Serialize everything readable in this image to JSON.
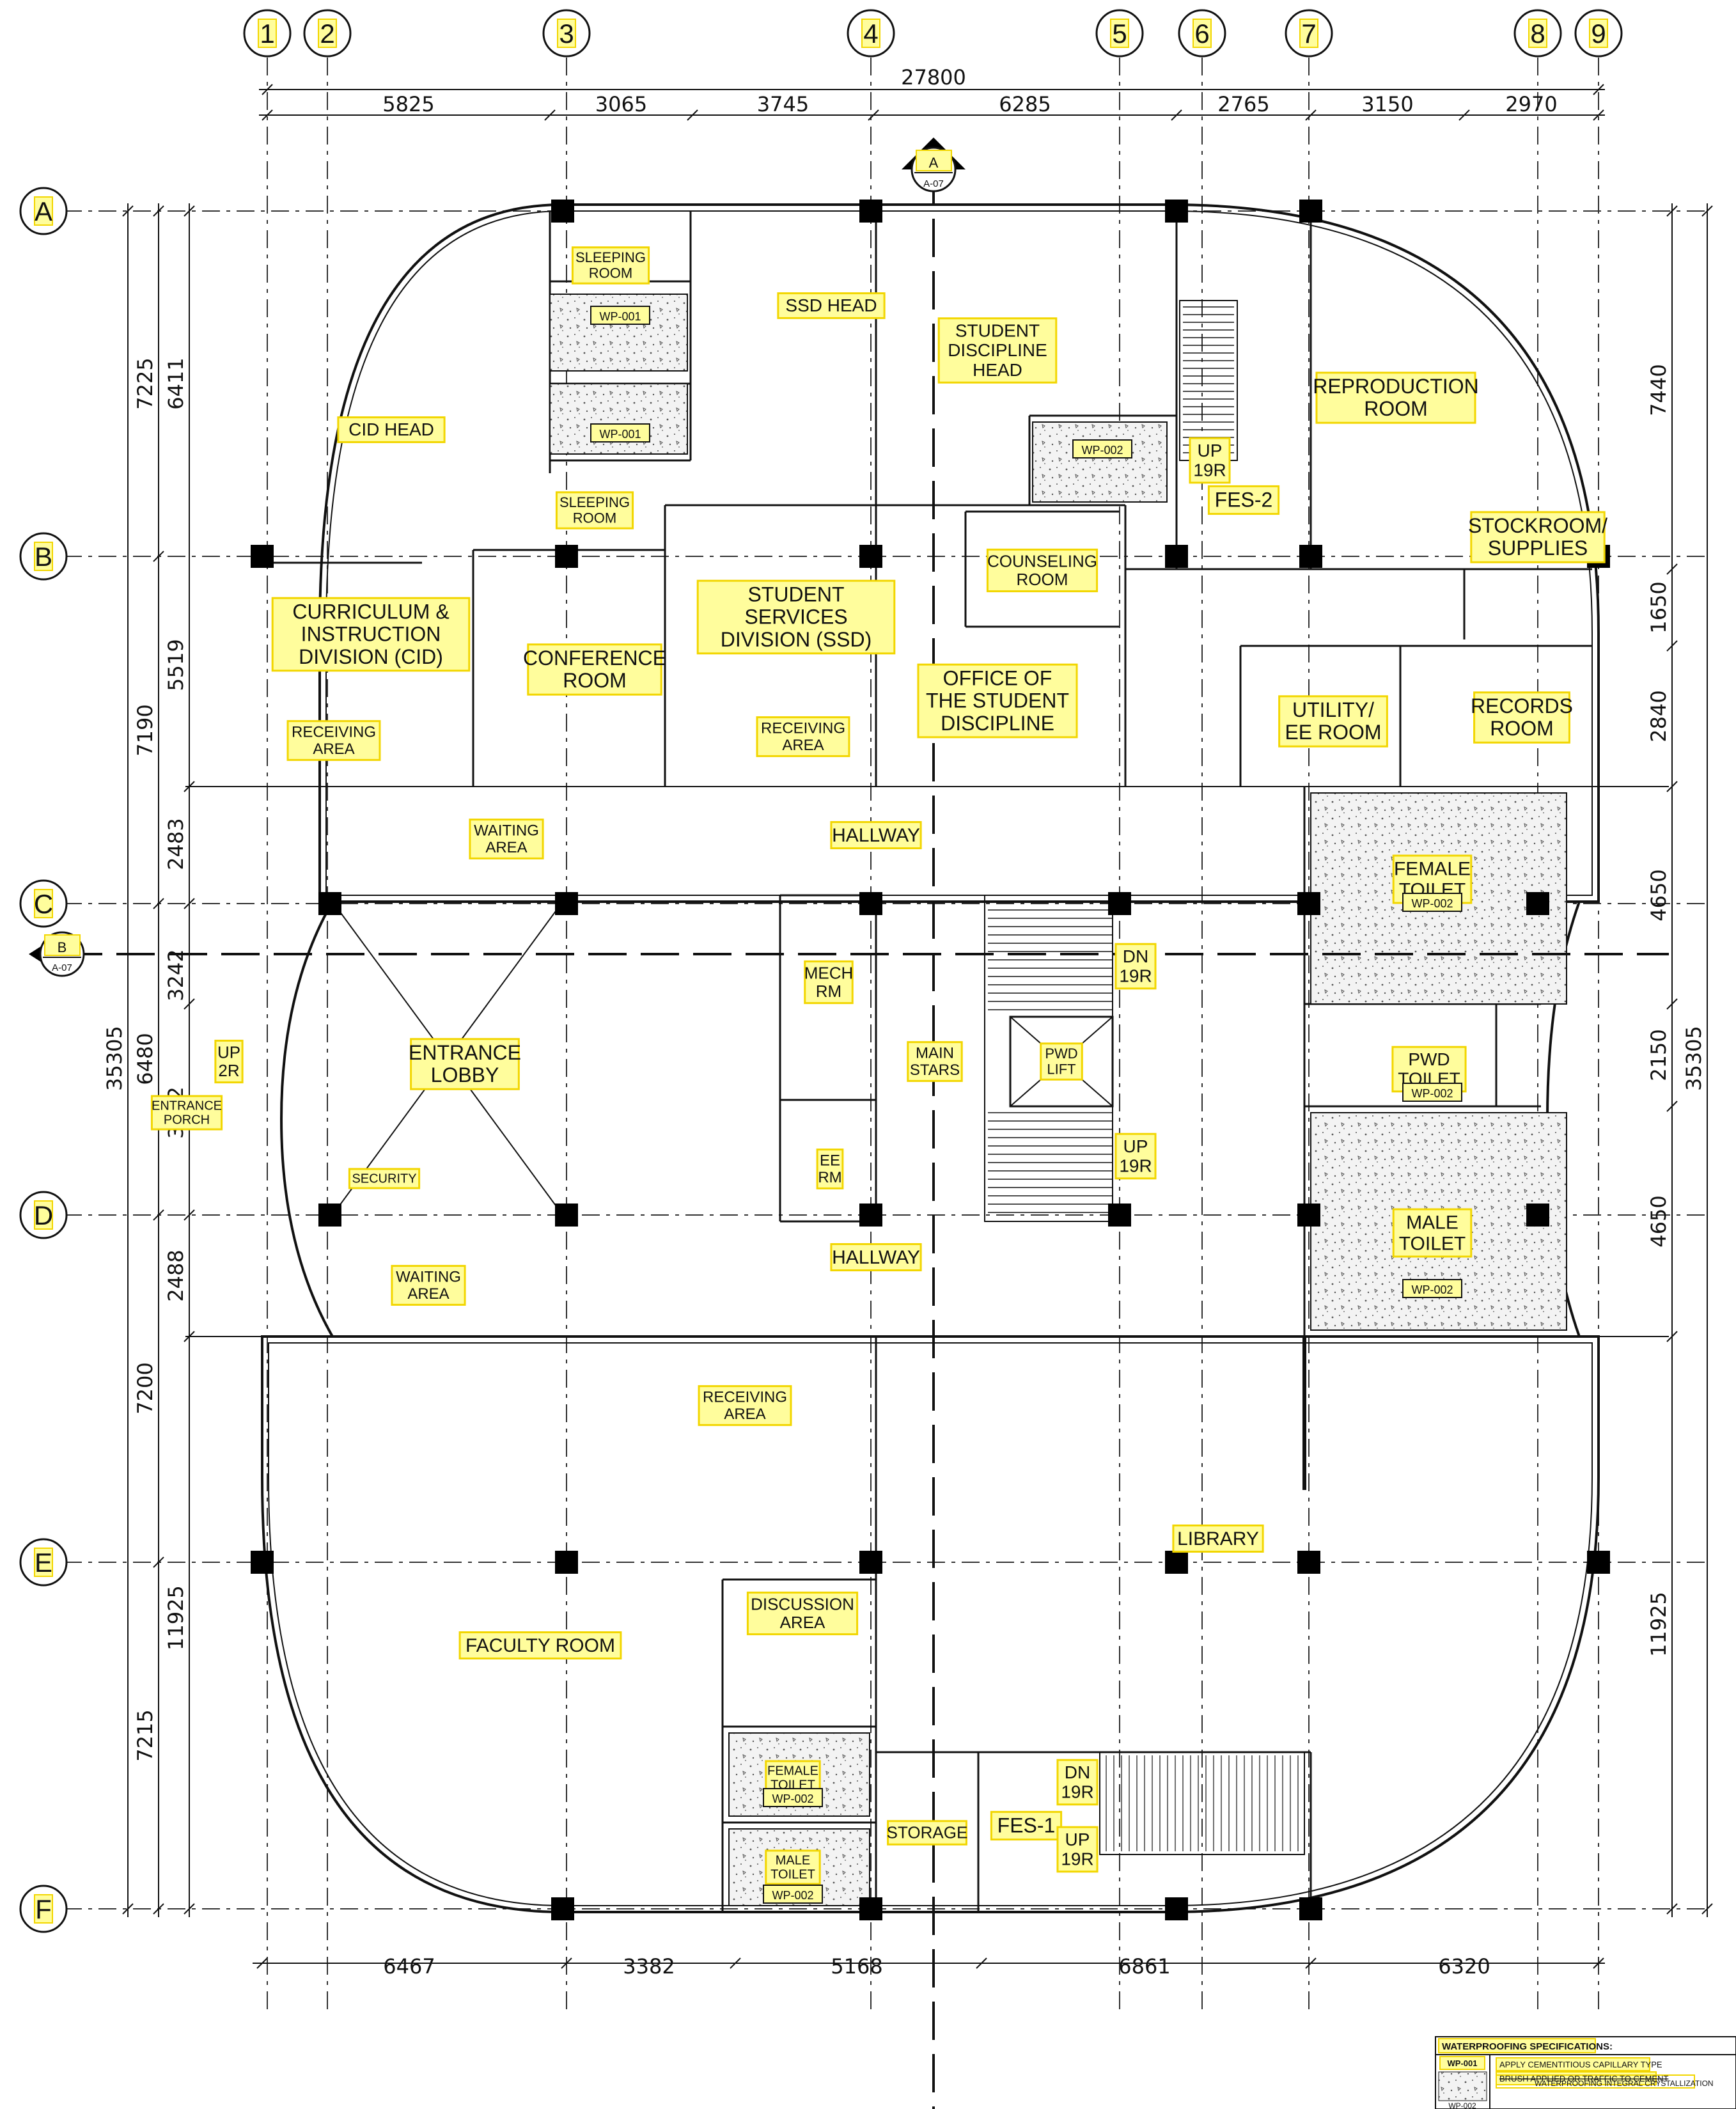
{
  "column_grid": [
    "1",
    "2",
    "3",
    "4",
    "5",
    "6",
    "7",
    "8",
    "9"
  ],
  "row_grid": [
    "A",
    "B",
    "C",
    "D",
    "E",
    "F"
  ],
  "section_markers": [
    {
      "letter": "A",
      "sheet": "A-07"
    },
    {
      "letter": "B",
      "sheet": "A-07"
    }
  ],
  "dimensions": {
    "top_total": "27800",
    "top_segments": [
      "5825",
      "3065",
      "3745",
      "6285",
      "2765",
      "3150",
      "2970"
    ],
    "bottom_segments": [
      "6467",
      "3382",
      "5168",
      "6861",
      "6320"
    ],
    "left_outer": "35305",
    "left_middle": [
      "7225",
      "7190",
      "6480",
      "7200",
      "7215"
    ],
    "left_inner": [
      "6411",
      "5519",
      "2483",
      "3242",
      "3242",
      "2488",
      "11925"
    ],
    "right_outer": "35305",
    "right_segments": [
      "7440",
      "1650",
      "2840",
      "4650",
      "2150",
      "4650",
      "11925"
    ]
  },
  "rooms": [
    {
      "text": [
        "SLEEPING",
        "ROOM"
      ]
    },
    {
      "text": [
        "SSD  HEAD"
      ]
    },
    {
      "text": [
        "STUDENT",
        "DISCIPLINE",
        "HEAD"
      ]
    },
    {
      "text": [
        "REPRODUCTION",
        "ROOM"
      ]
    },
    {
      "text": [
        "CID  HEAD"
      ]
    },
    {
      "text": [
        "SLEEPING",
        "ROOM"
      ]
    },
    {
      "text": [
        "FES-2"
      ]
    },
    {
      "text": [
        "STOCKROOM/",
        "SUPPLIES"
      ]
    },
    {
      "text": [
        "COUNSELING",
        "ROOM"
      ]
    },
    {
      "text": [
        "CURRICULUM  &",
        "INSTRUCTION",
        "DIVISION  (CID)"
      ]
    },
    {
      "text": [
        "CONFERENCE",
        "ROOM"
      ]
    },
    {
      "text": [
        "STUDENT",
        "SERVICES",
        "DIVISION  (SSD)"
      ]
    },
    {
      "text": [
        "OFFICE  OF",
        "THE  STUDENT",
        "DISCIPLINE"
      ]
    },
    {
      "text": [
        "UTILITY/",
        "EE  ROOM"
      ]
    },
    {
      "text": [
        "RECORDS",
        "ROOM"
      ]
    },
    {
      "text": [
        "RECEIVING",
        "AREA"
      ]
    },
    {
      "text": [
        "RECEIVING",
        "AREA"
      ]
    },
    {
      "text": [
        "WAITING",
        "AREA"
      ]
    },
    {
      "text": [
        "HALLWAY"
      ]
    },
    {
      "text": [
        "FEMALE",
        "TOILET"
      ]
    },
    {
      "text": [
        "MECH",
        "RM"
      ]
    },
    {
      "text": [
        "ENTRANCE",
        "LOBBY"
      ]
    },
    {
      "text": [
        "MAIN",
        "STARS"
      ]
    },
    {
      "text": [
        "PWD",
        "LIFT"
      ]
    },
    {
      "text": [
        "PWD",
        "TOILET"
      ]
    },
    {
      "text": [
        "ENTRANCE",
        "PORCH"
      ]
    },
    {
      "text": [
        "EE",
        "RM"
      ]
    },
    {
      "text": [
        "SECURITY"
      ]
    },
    {
      "text": [
        "MALE",
        "TOILET"
      ]
    },
    {
      "text": [
        "WAITING",
        "AREA"
      ]
    },
    {
      "text": [
        "HALLWAY"
      ]
    },
    {
      "text": [
        "RECEIVING",
        "AREA"
      ]
    },
    {
      "text": [
        "LIBRARY"
      ]
    },
    {
      "text": [
        "DISCUSSION",
        "AREA"
      ]
    },
    {
      "text": [
        "FACULTY  ROOM"
      ]
    },
    {
      "text": [
        "FEMALE",
        "TOILET"
      ]
    },
    {
      "text": [
        "STORAGE"
      ]
    },
    {
      "text": [
        "FES-1"
      ]
    },
    {
      "text": [
        "MALE",
        "TOILET"
      ]
    }
  ],
  "stair_notes": [
    {
      "text": [
        "UP",
        "19R"
      ]
    },
    {
      "text": [
        "DN",
        "19R"
      ]
    },
    {
      "text": [
        "UP",
        "19R"
      ]
    },
    {
      "text": [
        "DN",
        "19R"
      ]
    },
    {
      "text": [
        "UP",
        "19R"
      ]
    },
    {
      "text": [
        "UP",
        "2R"
      ]
    }
  ],
  "waterproofing_tags": [
    "WP-001",
    "WP-001",
    "WP-002",
    "WP-002",
    "WP-002",
    "WP-002",
    "WP-002",
    "WP-002"
  ],
  "legend": {
    "title": "WATERPROOFING  SPECIFICATIONS:",
    "items": [
      {
        "code": "WP-001",
        "description": "APPLY CEMENTITIOUS CAPILLARY TYPE"
      },
      {
        "code": "",
        "description": "BRUSH APPLIED OR TRAFFIC TO CEMENT"
      },
      {
        "code": "",
        "description": "WATERPROOFING INTEGRAL CRYSTALLIZATION"
      },
      {
        "code": "WP-002",
        "description": ""
      }
    ]
  },
  "colors": {
    "line": "#111111",
    "highlight_fill": "#fffd9c",
    "highlight_stroke": "#f2d600",
    "column_fill": "#000000",
    "hatch_fill": "#f4f4f4"
  }
}
